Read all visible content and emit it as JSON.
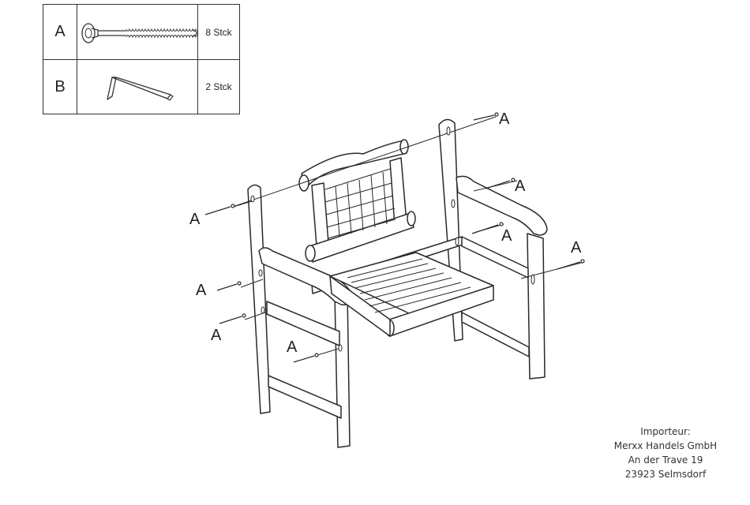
{
  "parts": [
    {
      "letter": "A",
      "quantity": "8 Stck",
      "icon": "screw-icon"
    },
    {
      "letter": "B",
      "quantity": "2 Stck",
      "icon": "hex-key-icon"
    }
  ],
  "callouts": [
    "A",
    "A",
    "A",
    "A",
    "A",
    "A",
    "A",
    "A"
  ],
  "importer": {
    "heading": "Importeur:",
    "company": "Merxx Handels GmbH",
    "street": "An der Trave 19",
    "city": "23923 Selmsdorf"
  }
}
